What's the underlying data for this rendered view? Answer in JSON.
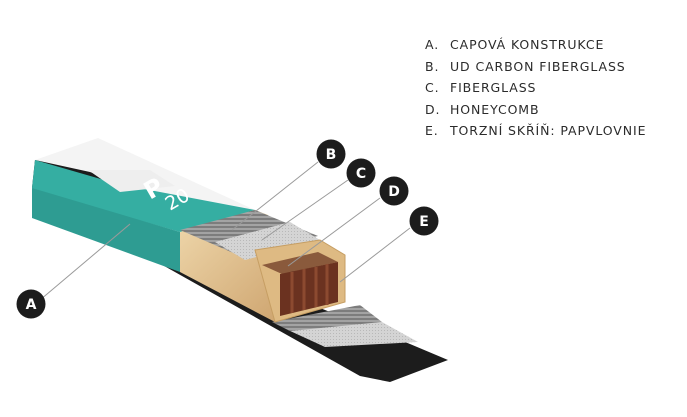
{
  "legend": [
    {
      "letter": "A.",
      "text": "CAPOVÁ KONSTRUKCE"
    },
    {
      "letter": "B.",
      "text": "UD CARBON FIBERGLASS"
    },
    {
      "letter": "C.",
      "text": "FIBERGLASS"
    },
    {
      "letter": "D.",
      "text": "HONEYCOMB"
    },
    {
      "letter": "E.",
      "text": "TORZNÍ SKŘÍŇ: PAPVLOVNIE"
    }
  ],
  "callouts": {
    "A": "A",
    "B": "B",
    "C": "C",
    "D": "D",
    "E": "E"
  },
  "brand": {
    "letter": "P",
    "number": "20"
  },
  "colors": {
    "teal": "#35aea2",
    "black": "#1c1c1c",
    "wood": "#e2c493",
    "carbon": "#8a8a8a",
    "fiberglass": "#cfcfcf",
    "honeycomb": "#6b3220",
    "leader": "#9a9a9a"
  }
}
